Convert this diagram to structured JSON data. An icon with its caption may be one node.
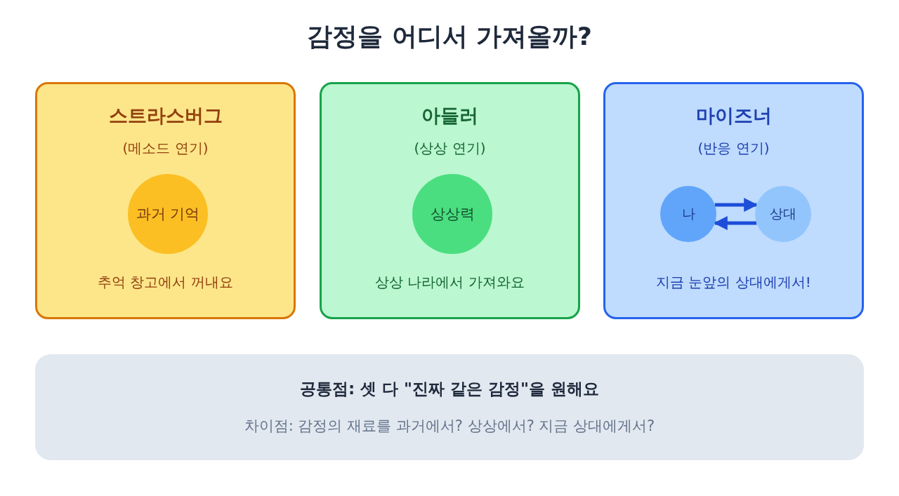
{
  "diagram": {
    "title": "감정을 어디서 가져올까?",
    "nodes": [
      {
        "text": [
          "스트라스버그",
          "(메소드 연기)",
          "추억 창고에서 꺼내요"
        ]
      },
      {
        "text": [
          "과거 기억"
        ],
        "in": 0
      },
      {
        "text": [
          "아들러",
          "(상상 연기)",
          "상상 나라에서 가져와요"
        ]
      },
      {
        "text": [
          "상상력"
        ],
        "in": 2
      },
      {
        "text": [
          "마이즈너",
          "(반응 연기)",
          "지금 눈앞의 상대에게서!"
        ]
      },
      {
        "text": [
          "나"
        ],
        "in": 4
      },
      {
        "text": [
          "상대"
        ],
        "in": 4
      },
      {
        "text": [
          "공통점: 셋 다 \"진짜 같은 감정\"을 원해요",
          "차이점: 감정의 재료를 과거에서? 상상에서? 지금 상대에게서?"
        ]
      }
    ],
    "edges": [
      {
        "from": 5,
        "to": 6,
        "arrow": "to"
      },
      {
        "from": 6,
        "to": 5,
        "arrow": "to"
      }
    ]
  }
}
